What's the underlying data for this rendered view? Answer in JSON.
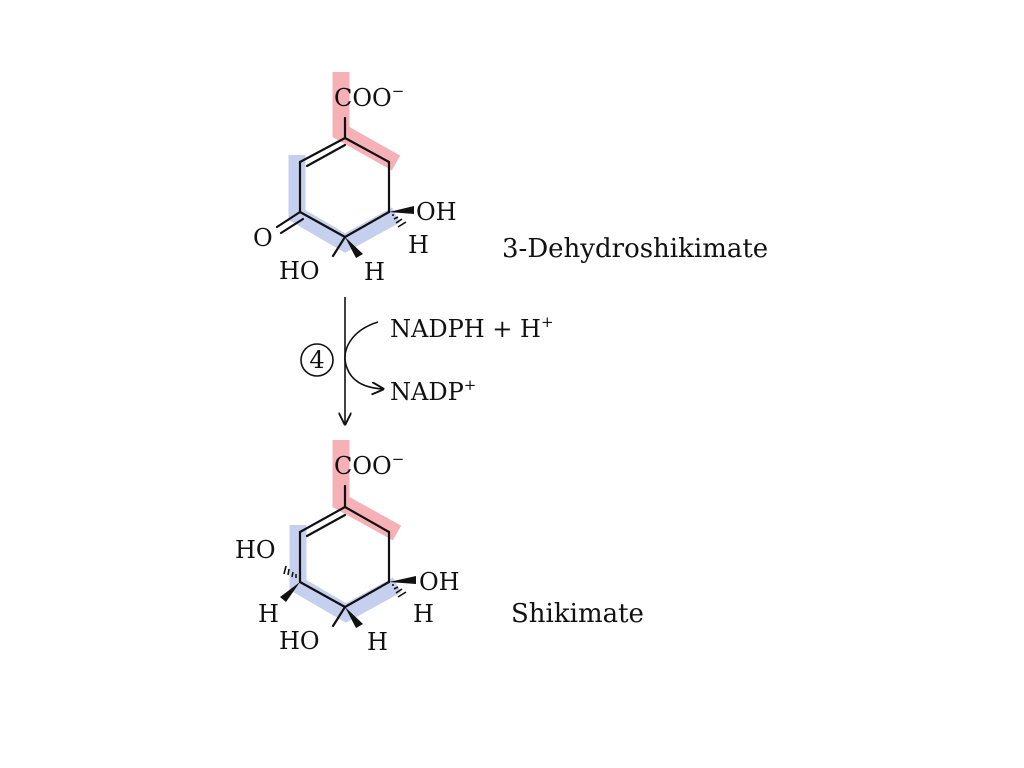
{
  "top_molecule": {
    "name": "3-Dehydroshikimate",
    "carboxylate": "COO",
    "carboxylate_charge": "−",
    "oxo": "O",
    "hydroxyl_right": "OH",
    "h_right": "H",
    "hydroxyl_bottom": "HO",
    "h_bottom": "H"
  },
  "reaction": {
    "step": "4",
    "cofactor_in": "NADPH + H",
    "cofactor_in_charge": "+",
    "cofactor_out": "NADP",
    "cofactor_out_charge": "+"
  },
  "bottom_molecule": {
    "name": "Shikimate",
    "carboxylate": "COO",
    "carboxylate_charge": "−",
    "hydroxyl_left": "HO",
    "h_left": "H",
    "hydroxyl_right": "OH",
    "h_right": "H",
    "hydroxyl_bottom": "HO",
    "h_bottom": "H"
  },
  "colors": {
    "highlight_red": "#f4a3aa",
    "highlight_blue": "#b7c3ea"
  }
}
